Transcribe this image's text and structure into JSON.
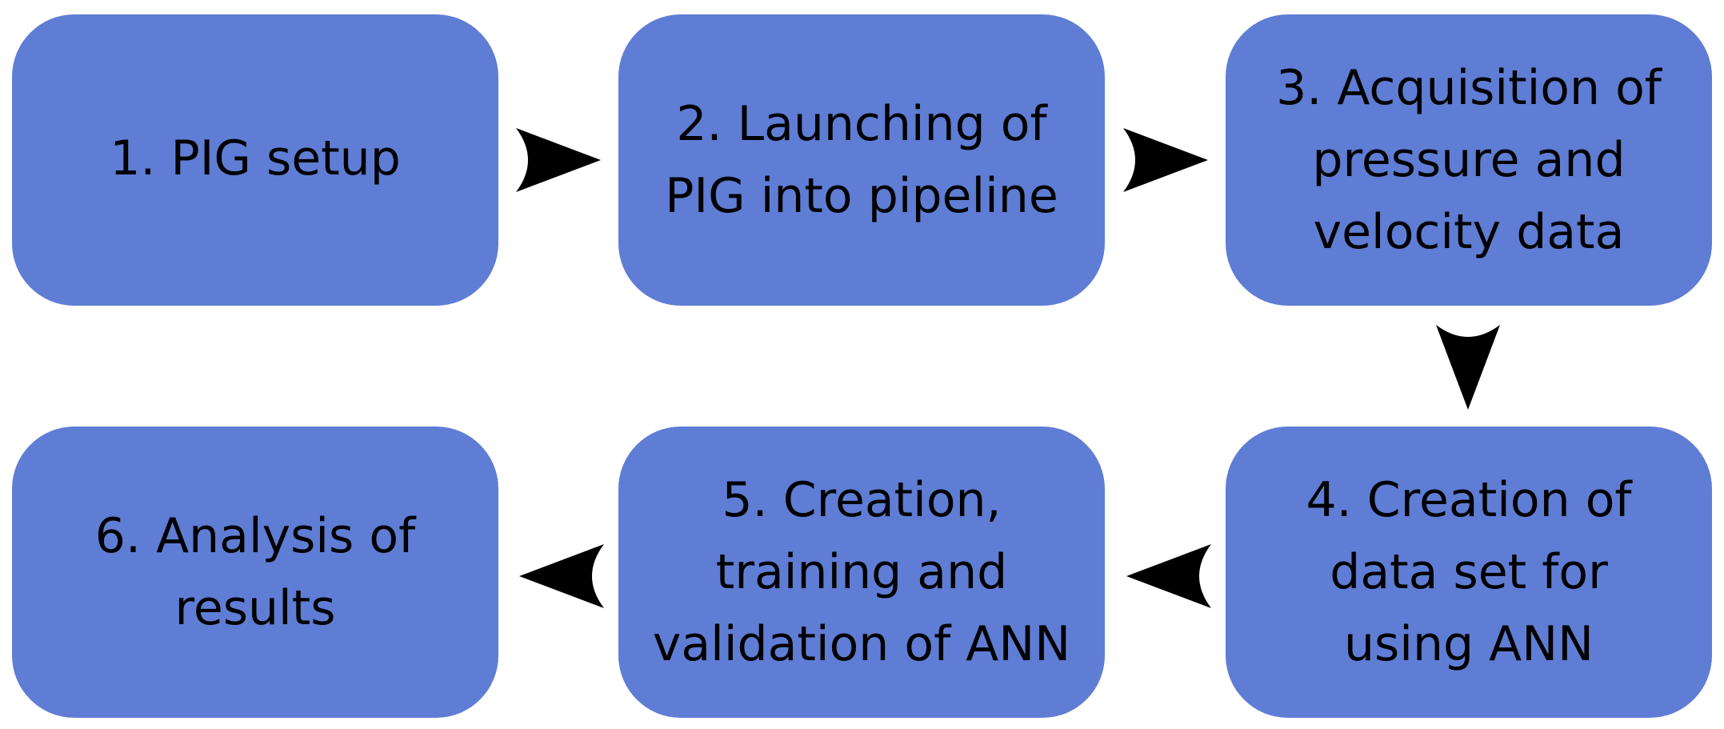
{
  "diagram": {
    "box_color": "#5f7dd4",
    "text_color": "#000000",
    "arrow_color": "#000000",
    "steps": [
      {
        "id": "b1",
        "label": "1. PIG setup"
      },
      {
        "id": "b2",
        "label": "2. Launching of\nPIG into pipeline"
      },
      {
        "id": "b3",
        "label": "3. Acquisition of\npressure and\nvelocity data"
      },
      {
        "id": "b4",
        "label": "4. Creation of\ndata set for\nusing ANN"
      },
      {
        "id": "b5",
        "label": "5. Creation,\ntraining and\nvalidation of ANN"
      },
      {
        "id": "b6",
        "label": "6. Analysis of\nresults"
      }
    ],
    "connections": [
      {
        "from": "b1",
        "to": "b2",
        "direction": "right"
      },
      {
        "from": "b2",
        "to": "b3",
        "direction": "right"
      },
      {
        "from": "b3",
        "to": "b4",
        "direction": "down"
      },
      {
        "from": "b4",
        "to": "b5",
        "direction": "left"
      },
      {
        "from": "b5",
        "to": "b6",
        "direction": "left"
      }
    ]
  }
}
